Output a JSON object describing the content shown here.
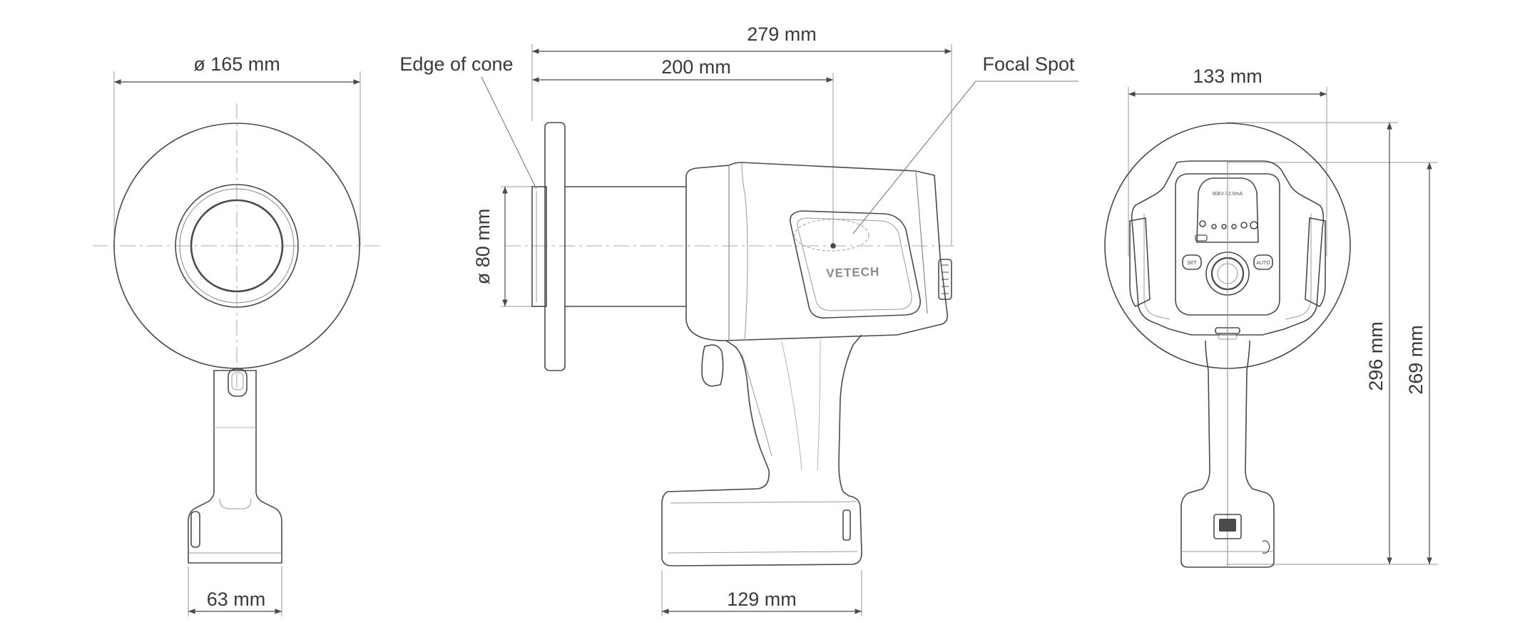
{
  "dimensions": {
    "diameter_front": "ø 165 mm",
    "width_front_grip": "63 mm",
    "overall_length": "279 mm",
    "cone_to_focal": "200 mm",
    "cone_diameter": "ø 80 mm",
    "handle_depth": "129 mm",
    "back_width": "133 mm",
    "height_total": "296 mm",
    "height_body": "269 mm"
  },
  "callouts": {
    "edge_of_cone": "Edge of cone",
    "focal_spot": "Focal Spot"
  },
  "device": {
    "brand": "VETECH",
    "panel_rating": "60kV / 2.0mA",
    "button_left": "SET",
    "button_right": "AUTO"
  },
  "colors": {
    "line": "#4a4a4a",
    "thin_line": "#9a9a9a",
    "center_line": "#a8a8a8",
    "text": "#3a3a3a"
  }
}
